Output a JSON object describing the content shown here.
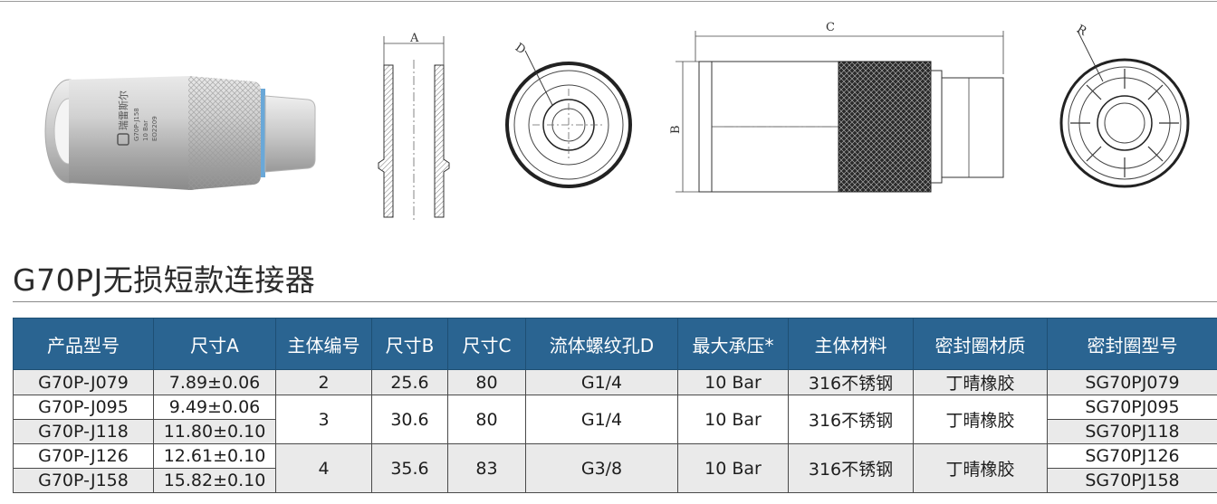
{
  "drawing_labels": {
    "dim_a": "A",
    "dim_b": "B",
    "dim_c": "C",
    "dim_d": "D",
    "dim_r": "R"
  },
  "product_marking": {
    "brand": "瑞雷斯尔",
    "model": "G70P-J158",
    "pressure": "10 Bar",
    "code": "EO2209"
  },
  "title": "G70PJ无损短款连接器",
  "table": {
    "headers": [
      "产品型号",
      "尺寸A",
      "主体编号",
      "尺寸B",
      "尺寸C",
      "流体螺纹孔D",
      "最大承压*",
      "主体材料",
      "密封圈材质",
      "密封圈型号"
    ],
    "rows": [
      {
        "model": "G70P-J079",
        "size_a": "7.89±0.06",
        "seal_model": "SG70PJ079"
      },
      {
        "model": "G70P-J095",
        "size_a": "9.49±0.06",
        "seal_model": "SG70PJ095"
      },
      {
        "model": "G70P-J118",
        "size_a": "11.80±0.10",
        "seal_model": "SG70PJ118"
      },
      {
        "model": "G70P-J126",
        "size_a": "12.61±0.10",
        "seal_model": "SG70PJ126"
      },
      {
        "model": "G70P-J158",
        "size_a": "15.82±0.10",
        "seal_model": "SG70PJ158"
      }
    ],
    "groups": [
      {
        "body_no": "2",
        "size_b": "25.6",
        "size_c": "80",
        "thread_d": "G1/4",
        "max_pressure": "10 Bar",
        "material": "316不锈钢",
        "seal_material": "丁晴橡胶"
      },
      {
        "body_no": "3",
        "size_b": "30.6",
        "size_c": "80",
        "thread_d": "G1/4",
        "max_pressure": "10 Bar",
        "material": "316不锈钢",
        "seal_material": "丁晴橡胶"
      },
      {
        "body_no": "4",
        "size_b": "35.6",
        "size_c": "83",
        "thread_d": "G3/8",
        "max_pressure": "10 Bar",
        "material": "316不锈钢",
        "seal_material": "丁晴橡胶"
      }
    ]
  },
  "colors": {
    "header_bg": "#2a6491",
    "header_text": "#ffffff",
    "band_bg": "#eaeaea",
    "knurl": "#2b2b2b"
  }
}
